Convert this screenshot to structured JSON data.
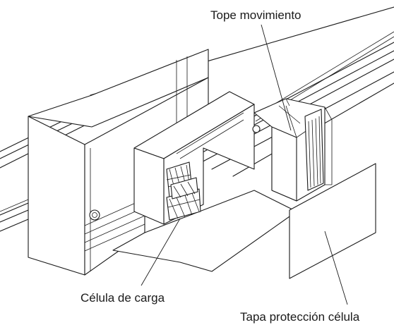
{
  "labels": {
    "stop": "Tope movimiento",
    "load_cell": "Célula de carga",
    "cover": "Tapa protección célula"
  }
}
